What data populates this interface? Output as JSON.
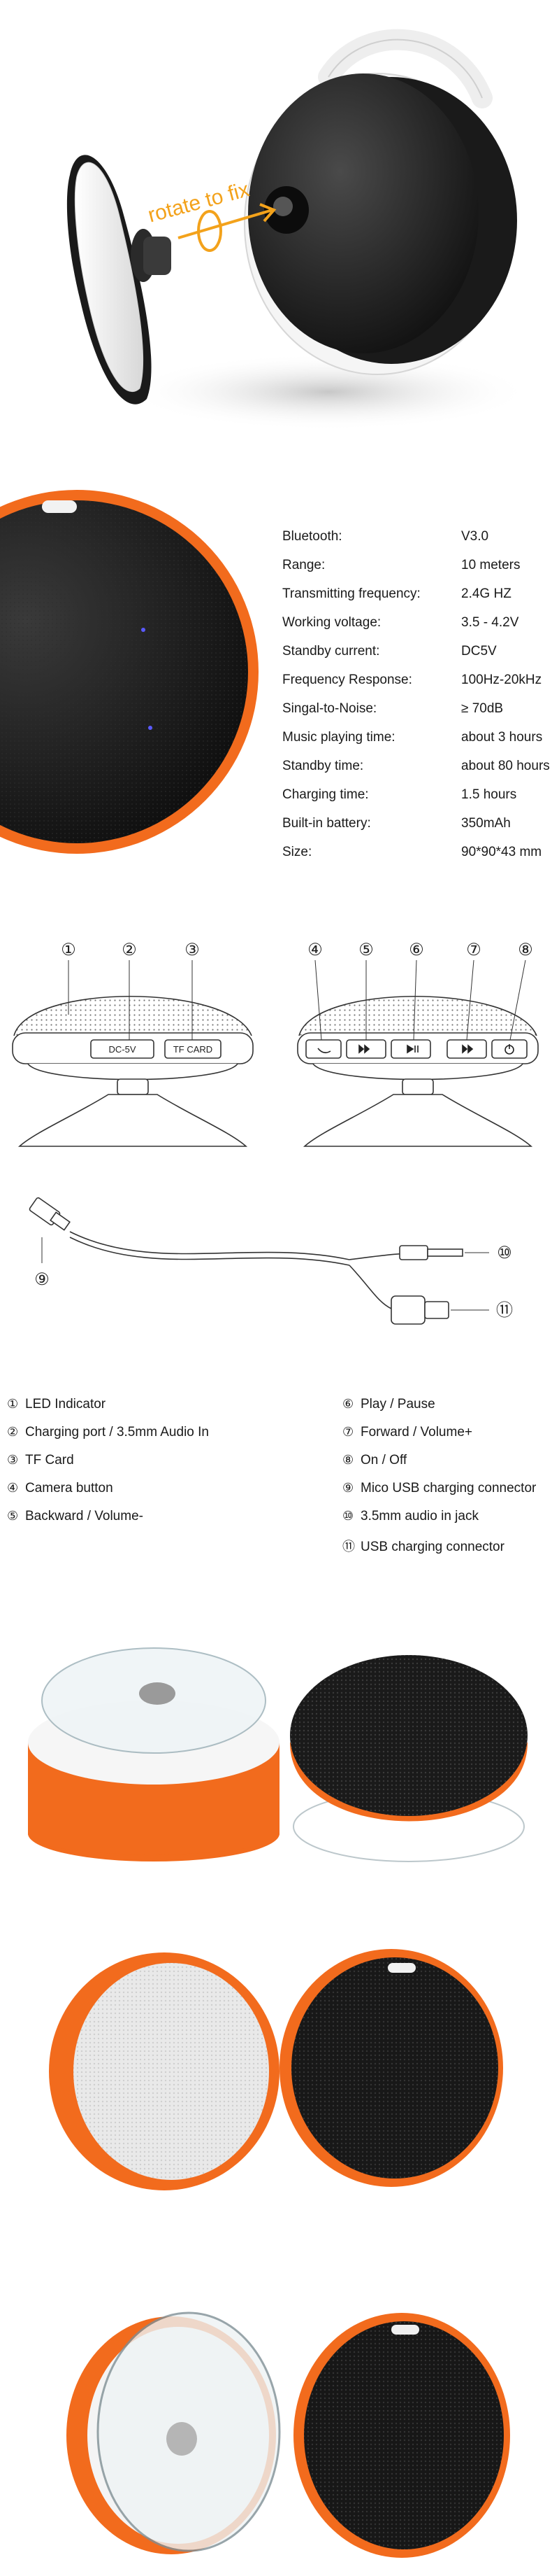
{
  "hero": {
    "annotation": "rotate to fix",
    "accent_color": "#f3a21b"
  },
  "specs": [
    {
      "label": "Bluetooth:",
      "value": "V3.0"
    },
    {
      "label": "Range:",
      "value": "10 meters"
    },
    {
      "label": "Transmitting frequency:",
      "value": "2.4G HZ"
    },
    {
      "label": "Working voltage:",
      "value": "3.5 - 4.2V"
    },
    {
      "label": "Standby current:",
      "value": "DC5V"
    },
    {
      "label": "Frequency Response:",
      "value": "100Hz-20kHz"
    },
    {
      "label": "Singal-to-Noise:",
      "value": "≥ 70dB"
    },
    {
      "label": "Music playing time:",
      "value": "about 3 hours"
    },
    {
      "label": "Standby time:",
      "value": "about 80 hours"
    },
    {
      "label": "Charging time:",
      "value": "1.5 hours"
    },
    {
      "label": "Built-in battery:",
      "value": "350mAh"
    },
    {
      "label": "Size:",
      "value": "90*90*43 mm"
    }
  ],
  "diagram": {
    "callouts": [
      "①",
      "②",
      "③",
      "④",
      "⑤",
      "⑥",
      "⑦",
      "⑧",
      "⑨",
      "⑩",
      "⑪"
    ],
    "port_labels": {
      "dc": "DC-5V",
      "tf": "TF CARD"
    }
  },
  "legend": {
    "left": [
      {
        "num": "①",
        "text": "LED Indicator"
      },
      {
        "num": "②",
        "text": "Charging port / 3.5mm Audio In"
      },
      {
        "num": "③",
        "text": "TF Card"
      },
      {
        "num": "④",
        "text": "Camera button"
      },
      {
        "num": "⑤",
        "text": "Backward / Volume-"
      }
    ],
    "right": [
      {
        "num": "⑥",
        "text": "Play / Pause"
      },
      {
        "num": "⑦",
        "text": "Forward / Volume+"
      },
      {
        "num": "⑧",
        "text": "On / Off"
      },
      {
        "num": "⑨",
        "text": "Mico USB charging connector"
      },
      {
        "num": "⑩",
        "text": "3.5mm audio in jack"
      },
      {
        "num": "⑪",
        "text": "USB charging connector"
      }
    ]
  },
  "colors": {
    "orange": "#f26b1d",
    "dark": "#1b1b1b",
    "white_body": "#f2f2f2"
  }
}
